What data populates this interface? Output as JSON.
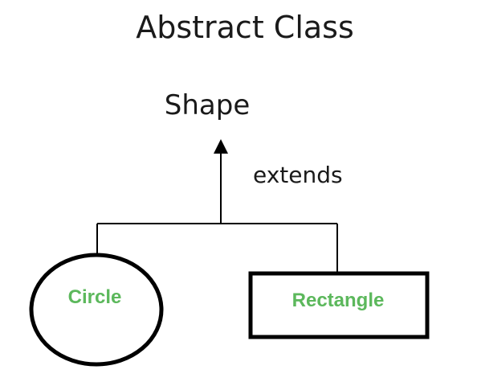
{
  "diagram": {
    "title": "Abstract Class",
    "parent": {
      "label": "Shape"
    },
    "relation": {
      "label": "extends"
    },
    "children": [
      {
        "label": "Circle",
        "shape": "ellipse"
      },
      {
        "label": "Rectangle",
        "shape": "rectangle"
      }
    ]
  },
  "colors": {
    "line": "#000000",
    "text": "#1a1a1a",
    "child_label": "#5cb85c",
    "background": "#ffffff"
  }
}
